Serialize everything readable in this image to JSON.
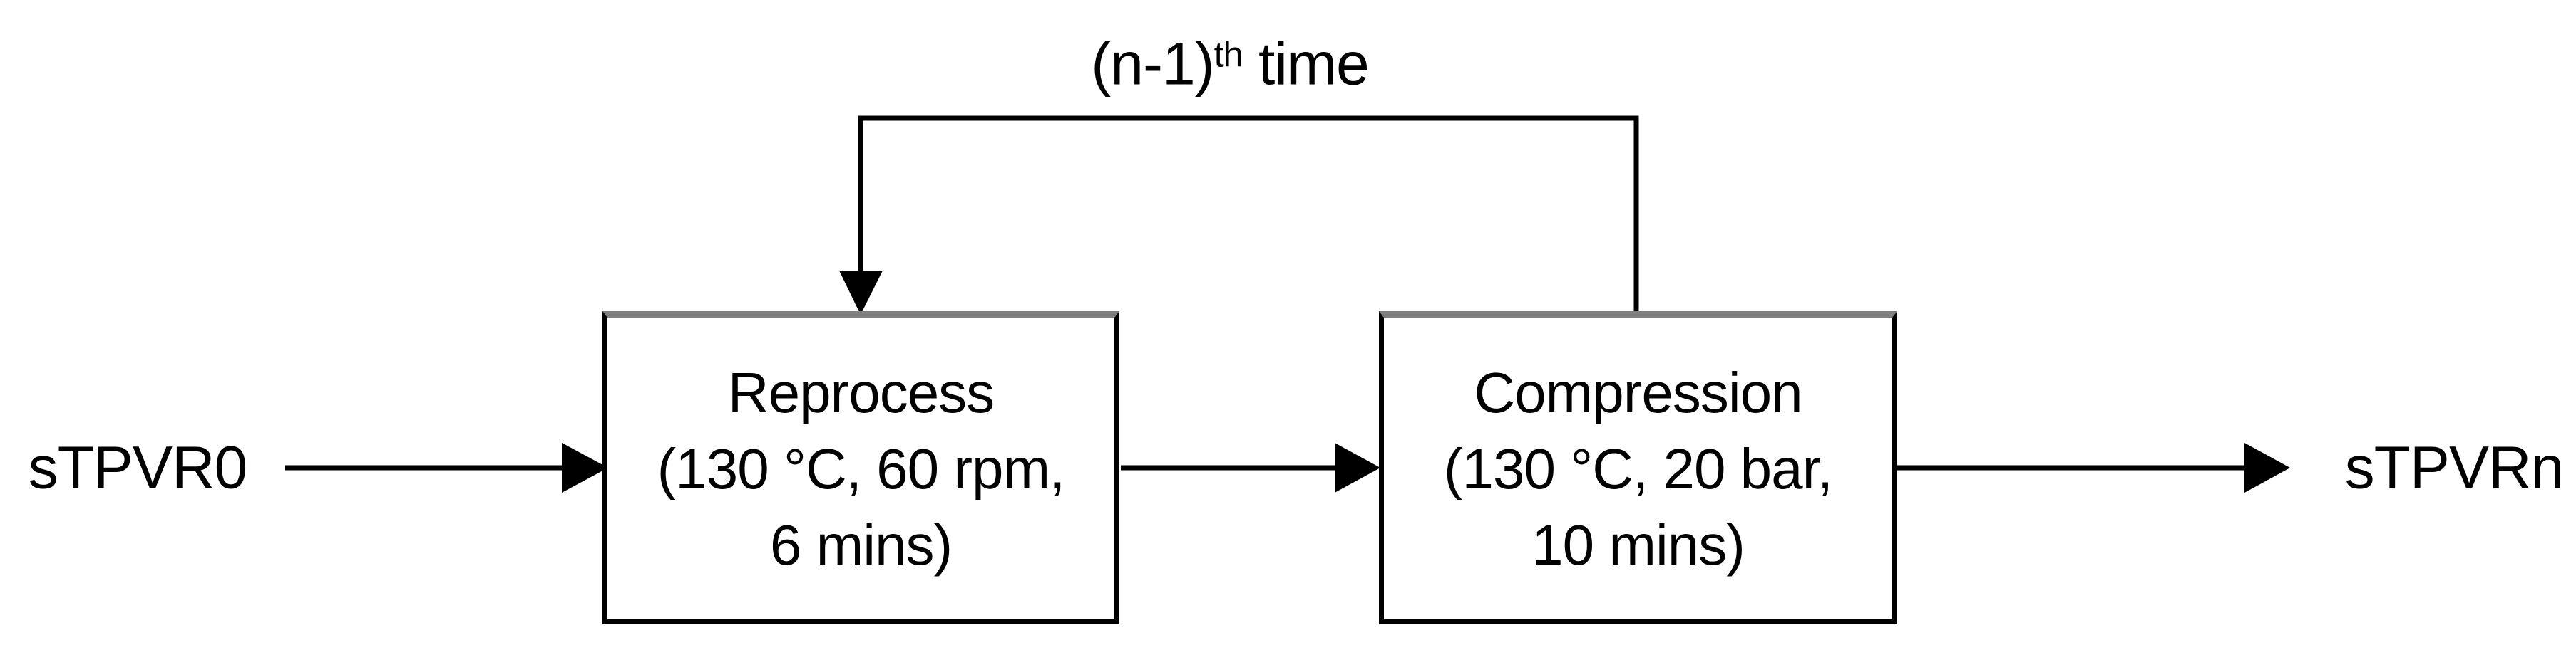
{
  "diagram": {
    "input_label": "sTPVR0",
    "output_label": "sTPVRn",
    "loop_label": {
      "base": "(n-1)",
      "superscript": "th",
      "suffix": " time"
    },
    "boxes": [
      {
        "id": "reprocess",
        "title": "Reprocess",
        "conditions_line1": "(130 °C, 60 rpm,",
        "conditions_line2": "6 mins)"
      },
      {
        "id": "compression",
        "title": "Compression",
        "conditions_line1": "(130 °C, 20 bar,",
        "conditions_line2": "10 mins)"
      }
    ],
    "colors": {
      "line": "#000000",
      "box_top_edge": "#808080",
      "background": "#ffffff",
      "text": "#000000"
    }
  }
}
